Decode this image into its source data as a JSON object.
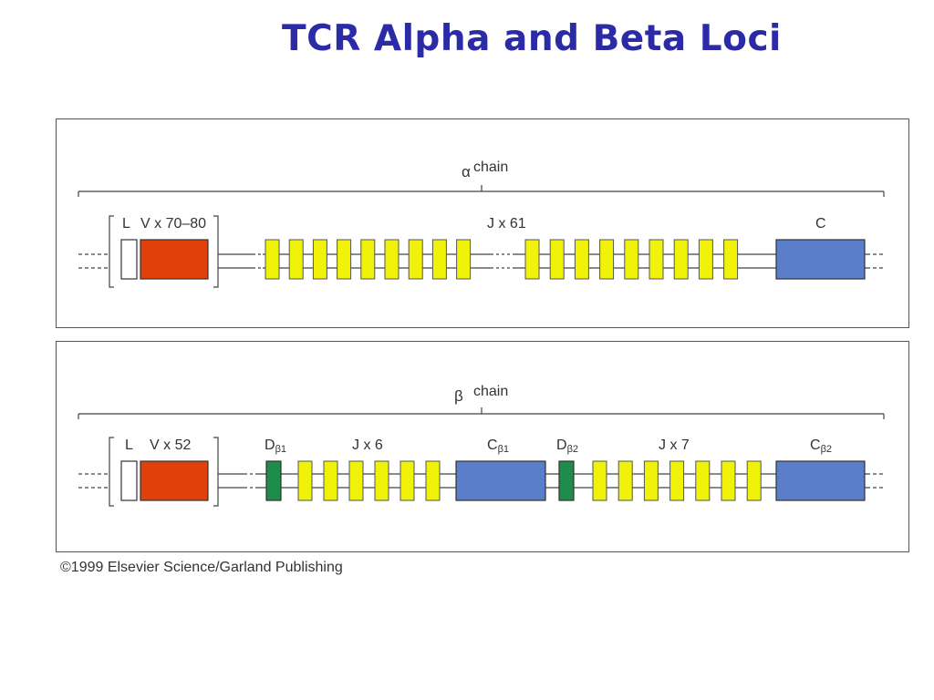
{
  "title": "TCR Alpha and Beta Loci",
  "copyright": "©1999 Elsevier Science/Garland Publishing",
  "colors": {
    "title": "#2b2ba8",
    "v_segment": "#e0400a",
    "j_segment": "#f0f20a",
    "c_segment": "#5b7ecb",
    "d_segment": "#1e8c4a",
    "leader": "#ffffff"
  },
  "alpha": {
    "greek": "α",
    "chain_word": "chain",
    "l_label": "L",
    "v_label": "V x 70–80",
    "j_label": "J x 61",
    "c_label": "C"
  },
  "beta": {
    "greek": "β",
    "chain_word": "chain",
    "l_label": "L",
    "v_label": "V x 52",
    "d1_label": "D",
    "d1_sub": "β1",
    "j1_label": "J x 6",
    "c1_label": "C",
    "c1_sub": "β1",
    "d2_label": "D",
    "d2_sub": "β2",
    "j2_label": "J x 7",
    "c2_label": "C",
    "c2_sub": "β2"
  }
}
